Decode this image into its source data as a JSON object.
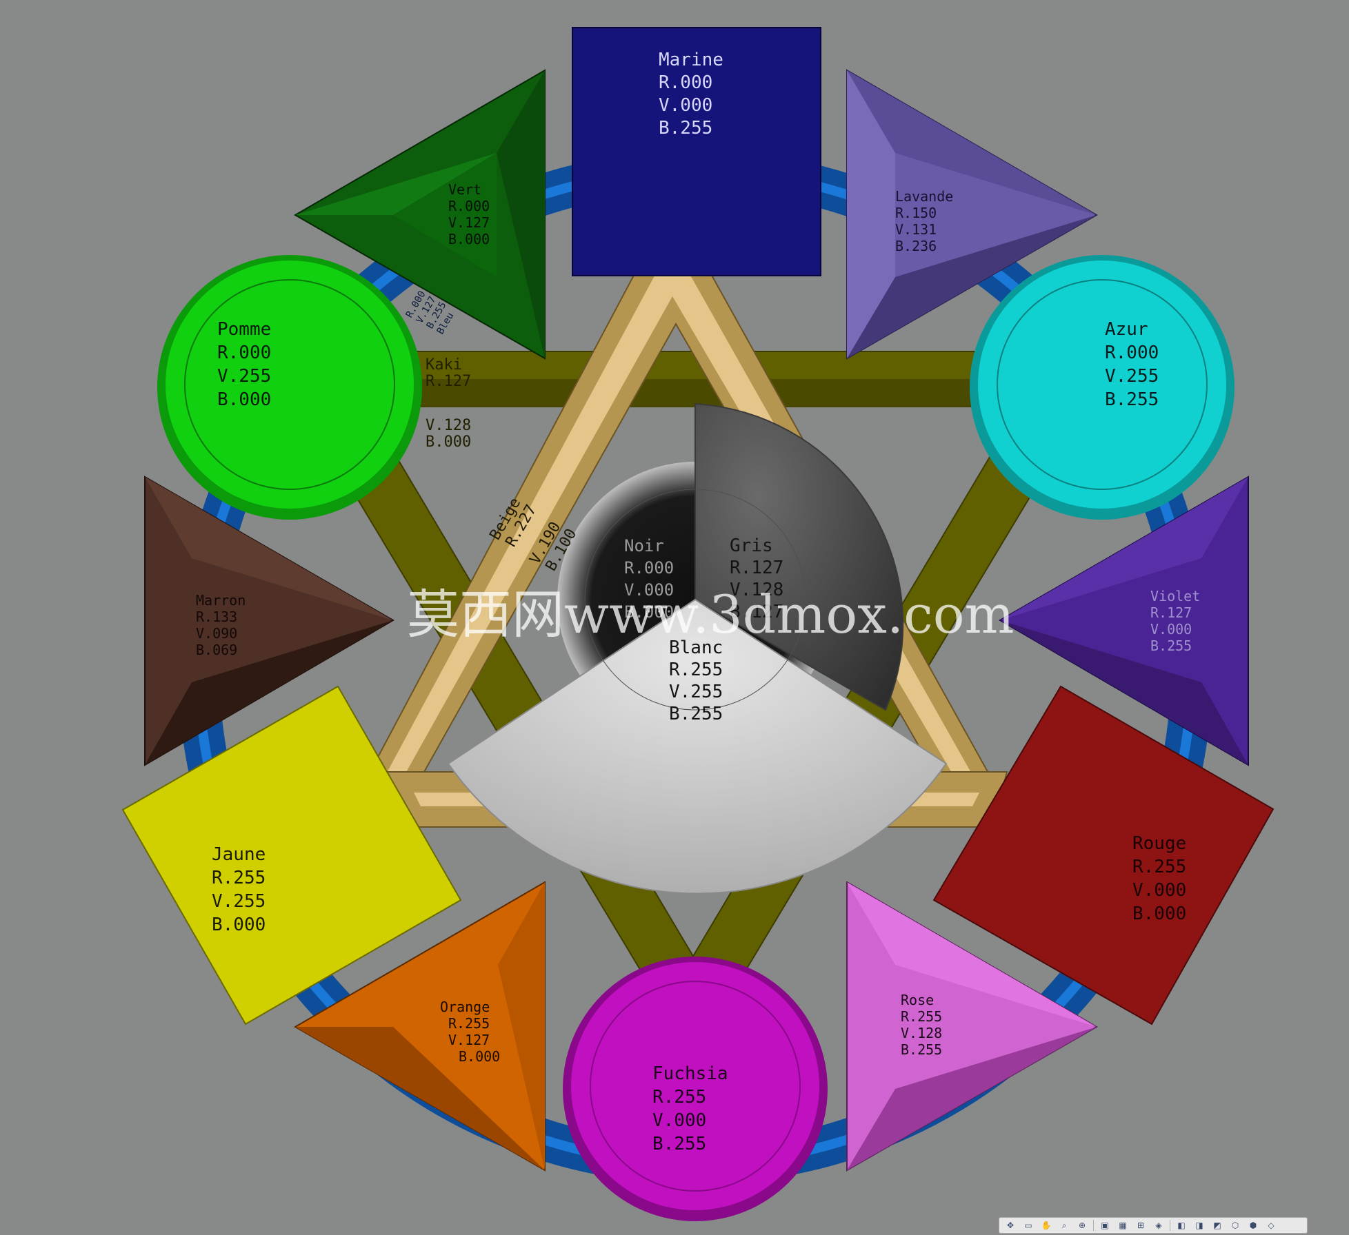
{
  "watermark": "莫西网www.3dmox.com",
  "swatches": {
    "marine": {
      "name": "Marine",
      "r": "R.000",
      "v": "V.000",
      "b": "B.255"
    },
    "vert": {
      "name": "Vert",
      "r": "R.000",
      "v": "V.127",
      "b": "B.000"
    },
    "lavande": {
      "name": "Lavande",
      "r": "R.150",
      "v": "V.131",
      "b": "B.236"
    },
    "pomme": {
      "name": "Pomme",
      "r": "R.000",
      "v": "V.255",
      "b": "B.000"
    },
    "azur": {
      "name": "Azur",
      "r": "R.000",
      "v": "V.255",
      "b": "B.255"
    },
    "marron": {
      "name": "Marron",
      "r": "R.133",
      "v": "V.090",
      "b": "B.069"
    },
    "violet": {
      "name": "Violet",
      "r": "R.127",
      "v": "V.000",
      "b": "B.255"
    },
    "jaune": {
      "name": "Jaune",
      "r": "R.255",
      "v": "V.255",
      "b": "B.000"
    },
    "rouge": {
      "name": "Rouge",
      "r": "R.255",
      "v": "V.000",
      "b": "B.000"
    },
    "orange": {
      "name": "Orange",
      "r": "R.255",
      "v": "V.127",
      "b": "B.000"
    },
    "rose": {
      "name": "Rose",
      "r": "R.255",
      "v": "V.128",
      "b": "B.255"
    },
    "fuchsia": {
      "name": "Fuchsia",
      "r": "R.255",
      "v": "V.000",
      "b": "B.255"
    },
    "noir": {
      "name": "Noir",
      "r": "R.000",
      "v": "V.000",
      "b": "B.000"
    },
    "gris": {
      "name": "Gris",
      "r": "R.127",
      "v": "V.128",
      "b": "B.127"
    },
    "blanc": {
      "name": "Blanc",
      "r": "R.255",
      "v": "V.255",
      "b": "B.255"
    }
  },
  "bars": {
    "kaki": {
      "name": "Kaki",
      "r": "R.127",
      "v": "V.128",
      "b": "B.000"
    },
    "beige": {
      "name": "Beige",
      "r": "R.227",
      "v": "V.190",
      "b": "B.100"
    },
    "bleu": {
      "name": "Bleu",
      "r": "R.000",
      "v": "V.127",
      "b": "B.255"
    }
  },
  "colors": {
    "background": "#888a8a",
    "marine": "#14147a",
    "vert": "#0c5e0c",
    "lavande": "#6a5aa8",
    "pomme": "#10d010",
    "azur": "#10d0d0",
    "marron": "#4e3026",
    "violet": "#4a2494",
    "jaune": "#d0d000",
    "rouge": "#8e1414",
    "orange": "#d06400",
    "rose": "#d064d0",
    "fuchsia": "#c010c0",
    "kaki": "#606000",
    "beige": "#b49650",
    "bleu": "#1060c0"
  },
  "toolbar": {
    "icons": [
      "orbit-icon",
      "pan-window-icon",
      "hand-icon",
      "zoom-icon",
      "zoom-window-icon",
      "display-style-icon",
      "grid-icon",
      "view-grid-icon",
      "materials-icon",
      "view-front-icon",
      "view-top-icon",
      "view-iso-icon",
      "view-right-icon",
      "view-back-icon",
      "view-bottom-icon"
    ]
  }
}
